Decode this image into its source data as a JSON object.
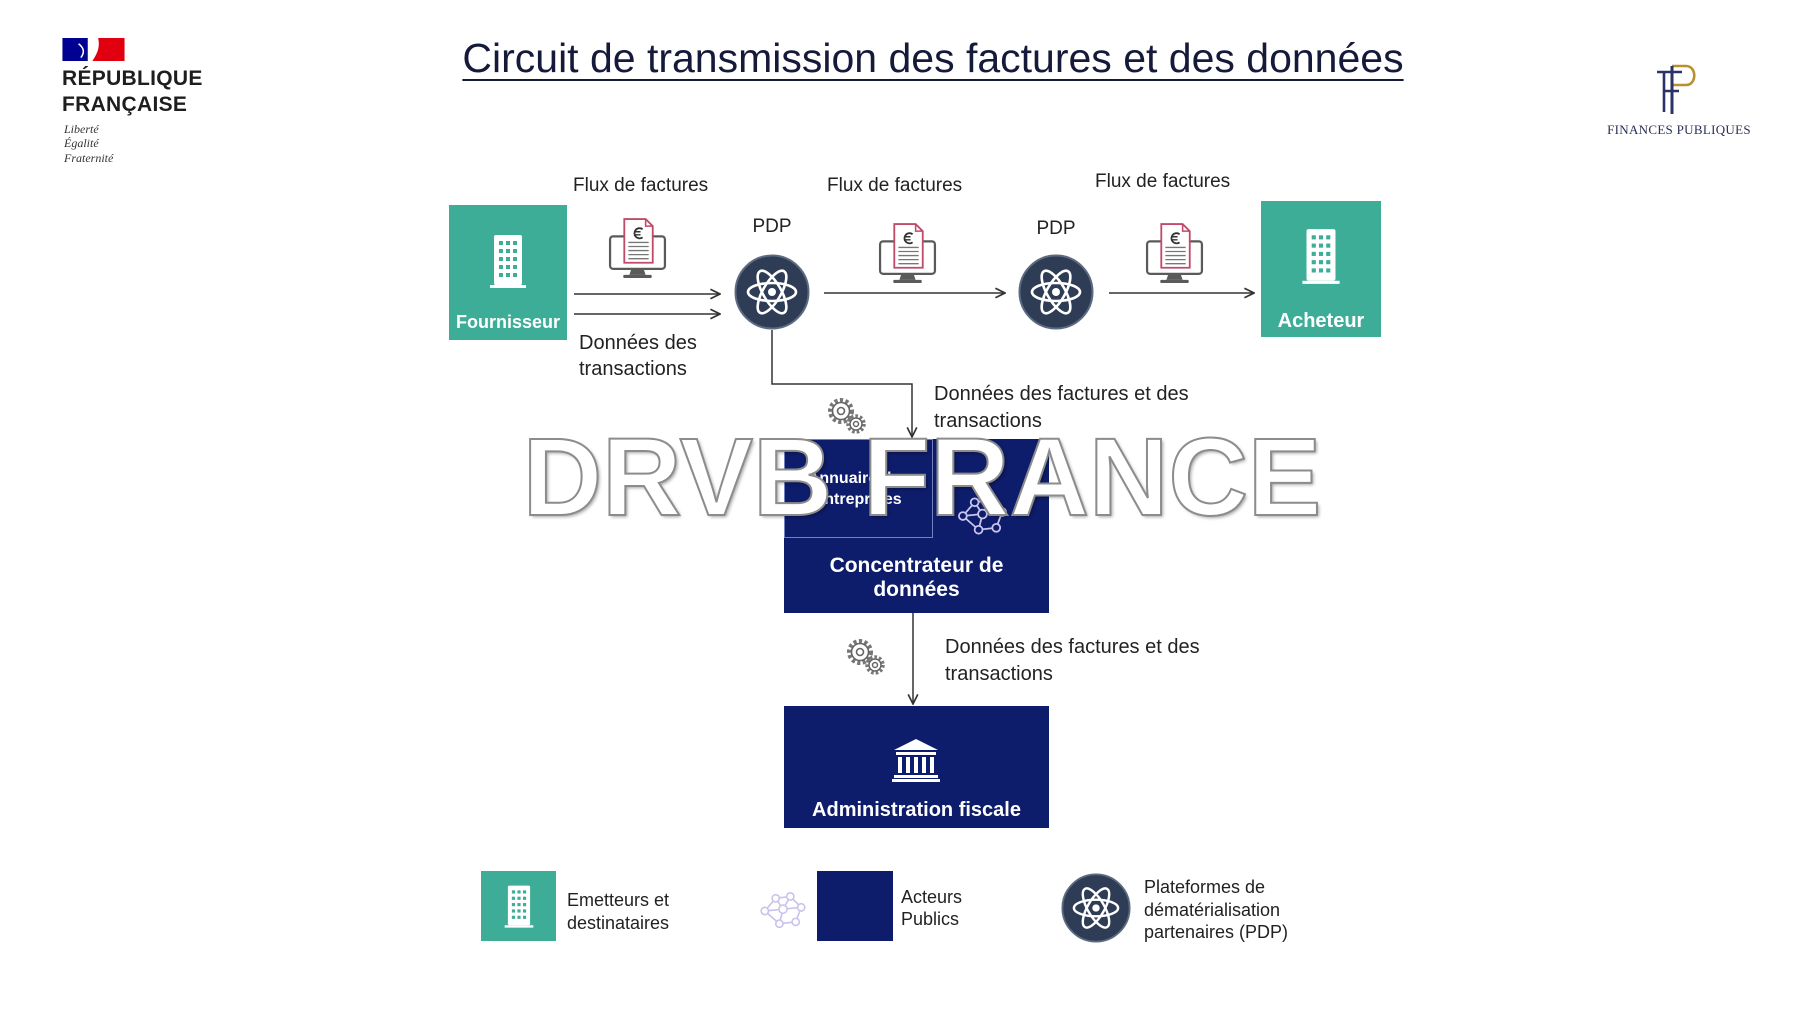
{
  "header": {
    "logo_left": {
      "line1": "RÉPUBLIQUE",
      "line2": "FRANÇAISE",
      "motto_1": "Liberté",
      "motto_2": "Égalité",
      "motto_3": "Fraternité"
    },
    "title": "Circuit de transmission des factures et des données",
    "logo_right": {
      "monogram": "FP",
      "text": "FINANCES PUBLIQUES"
    }
  },
  "diagram": {
    "fournisseur": {
      "label": "Fournisseur",
      "icon": "building-icon"
    },
    "acheteur": {
      "label": "Acheteur",
      "icon": "building-icon"
    },
    "flux_labels": [
      "Flux de factures",
      "Flux de factures",
      "Flux de factures"
    ],
    "pdp_labels": [
      "PDP",
      "PDP"
    ],
    "donnees_transactions": "Données des transactions",
    "donnees_factures_concentrateur": "Données des factures et des transactions",
    "annuaire": "Annuaire des entreprises",
    "concentrateur": "Concentrateur de données",
    "donnees_factures_administration": "Données des factures et des transactions",
    "administration": "Administration fiscale"
  },
  "legend": {
    "items": [
      {
        "label": "Emetteurs et destinataires",
        "icon": "building-icon"
      },
      {
        "label": "Acteurs Publics",
        "icon": "network-icon"
      },
      {
        "label": "Plateformes de dématérialisation partenaires (PDP)",
        "icon": "atom-icon"
      }
    ]
  },
  "watermark": "DRVB FRANCE",
  "colors": {
    "teal": "#3EAD98",
    "navy": "#0E1C6C",
    "pdp": "#2E3D55",
    "lavender": "#C9C4EC"
  }
}
